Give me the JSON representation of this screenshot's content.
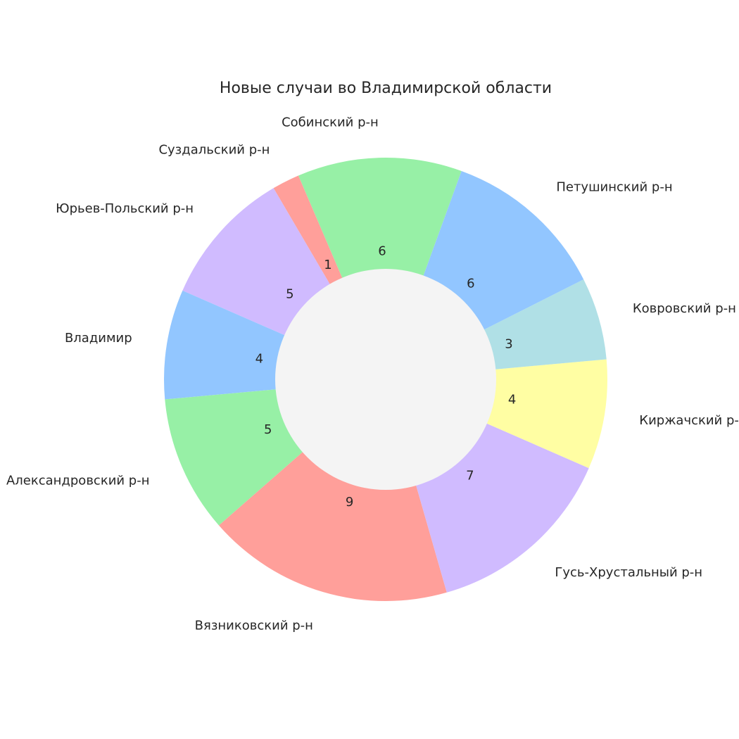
{
  "chart_data": {
    "type": "pie",
    "title": "Новые случаи во Владимирской области",
    "categories": [
      "Собинский р-н",
      "Суздальский р-н",
      "Юрьев-Польский р-н",
      "Владимир",
      "Александровский р-н",
      "Вязниковский р-н",
      "Гусь-Хрустальный р-н",
      "Киржачский р-н",
      "Ковровский р-н",
      "Петушинский р-н"
    ],
    "values": [
      6,
      1,
      5,
      4,
      5,
      9,
      7,
      4,
      3,
      6
    ],
    "colors": [
      "#97f0a6",
      "#ff9f9a",
      "#d0bbff",
      "#92c6ff",
      "#97f0a6",
      "#ff9f9a",
      "#d0bbff",
      "#fffea3",
      "#b0e0e6",
      "#92c6ff"
    ],
    "hole_color": "#f4f4f4",
    "legend": "none"
  }
}
